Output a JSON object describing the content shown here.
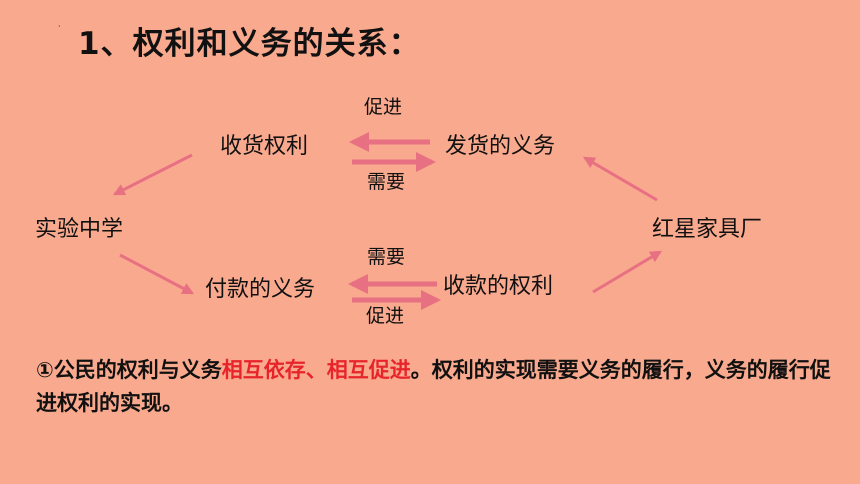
{
  "title": "1、权利和义务的关系：",
  "dot": "·",
  "nodes": {
    "left_party": "实验中学",
    "right_party": "红星家具厂",
    "top_left": "收货权利",
    "top_right": "发货的义务",
    "bottom_left": "付款的义务",
    "bottom_right": "收款的权利"
  },
  "edge_labels": {
    "top_above": "促进",
    "top_below": "需要",
    "bottom_above": "需要",
    "bottom_below": "促进"
  },
  "conclusion": {
    "part1": "①公民的权利与义务",
    "highlight": "相互依存、相互促进",
    "part2": "。权利的实现需要义务的履行，义务的履行促进权利的实现。"
  },
  "colors": {
    "background": "#F9A98D",
    "arrow": "#E87083",
    "highlight": "#E8242B"
  }
}
